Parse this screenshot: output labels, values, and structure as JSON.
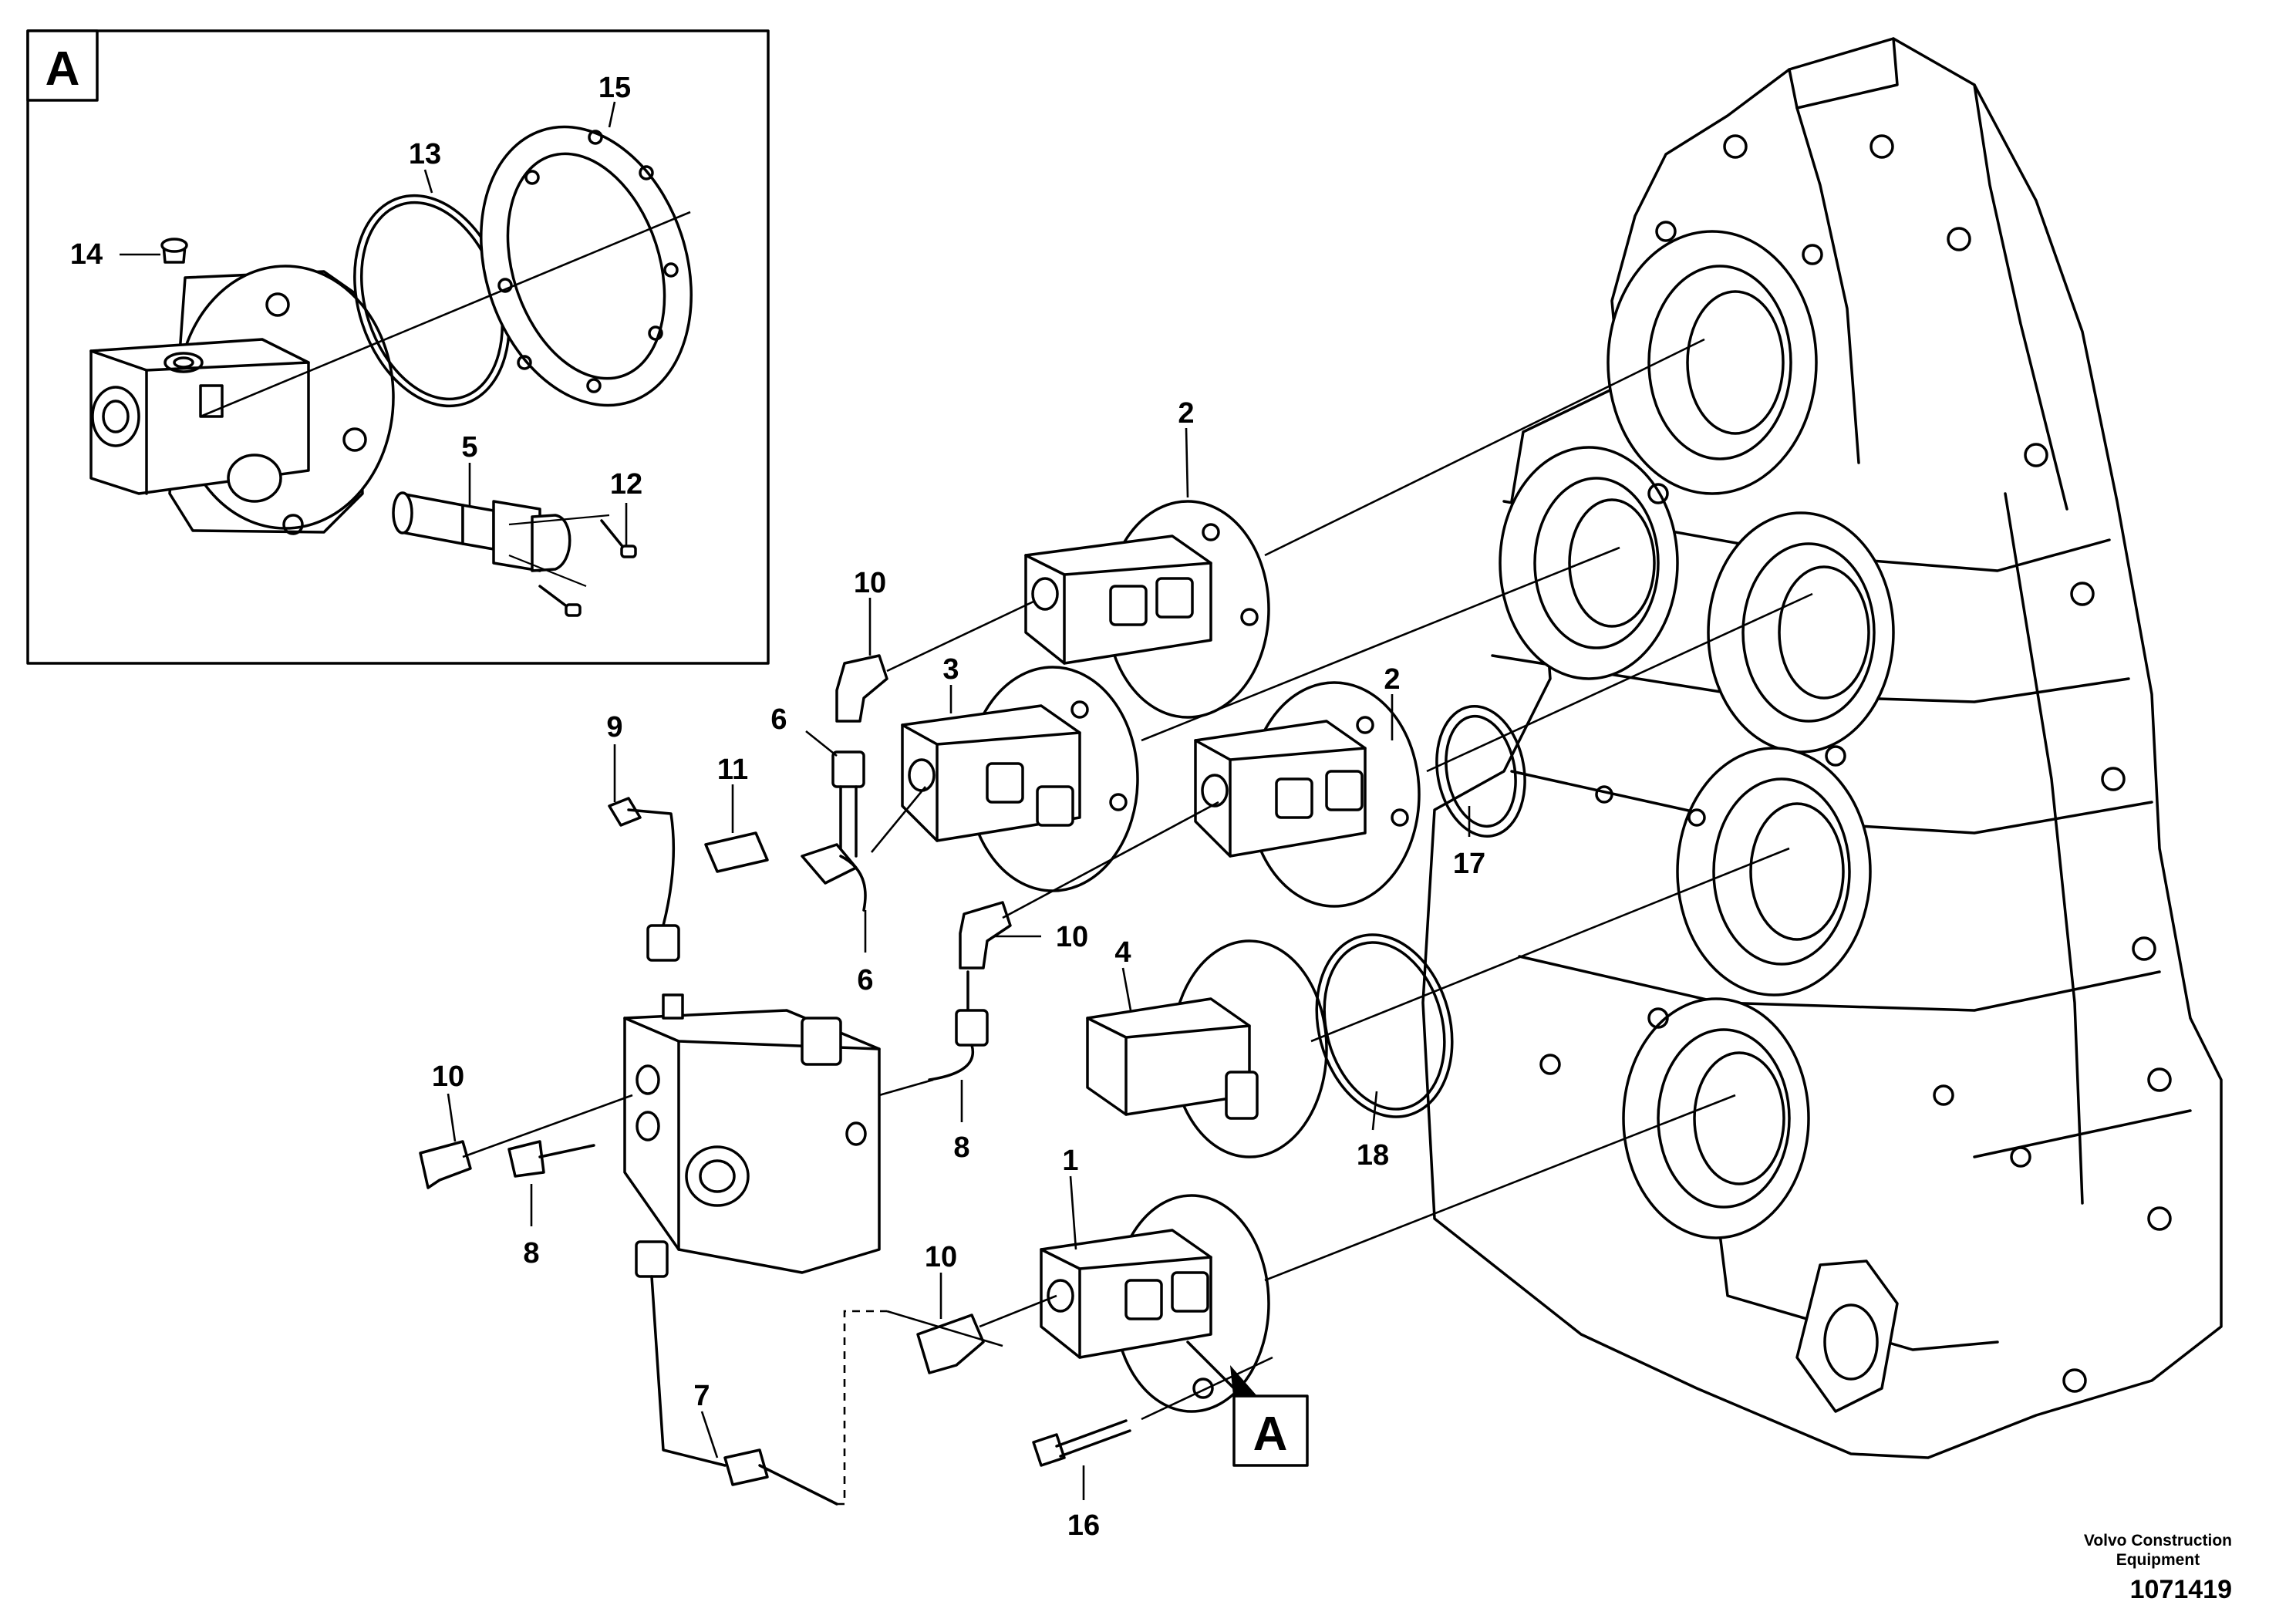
{
  "figure": {
    "reference_number": "1071419",
    "brand_line_1": "Volvo Construction",
    "brand_line_2": "Equipment"
  },
  "detail_view": {
    "label": "A",
    "callouts": [
      "14",
      "13",
      "15",
      "5",
      "12"
    ]
  },
  "detail_marker": {
    "label": "A"
  },
  "callouts": [
    "2",
    "10",
    "3",
    "6",
    "9",
    "11",
    "2",
    "17",
    "6",
    "10",
    "4",
    "10",
    "8",
    "18",
    "1",
    "10",
    "8",
    "7",
    "16"
  ]
}
